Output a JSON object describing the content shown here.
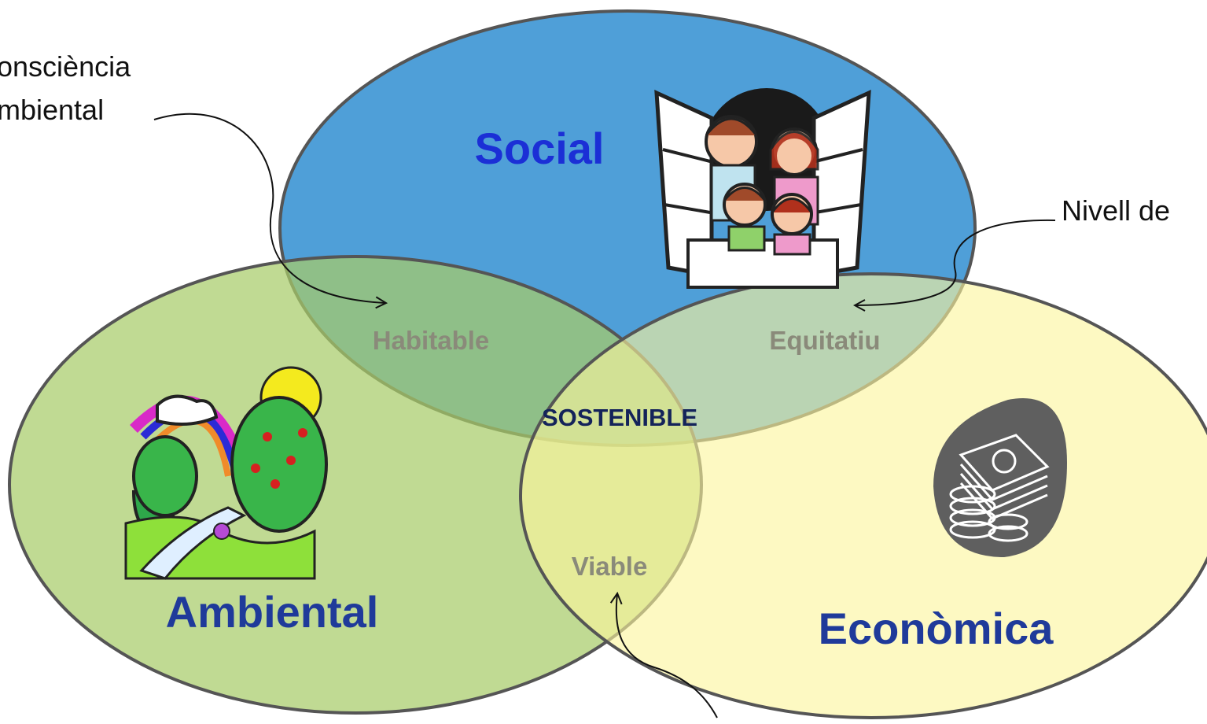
{
  "circles": {
    "social": {
      "label": "Social",
      "fill": "#4f9fd8",
      "label_color": "#1b2fd6"
    },
    "ambiental": {
      "label": "Ambiental",
      "fill": "#a8cc6a",
      "label_color": "#1f3a9a"
    },
    "economica": {
      "label": "Econòmica",
      "fill": "#fbf59d",
      "label_color": "#1f3a9a"
    }
  },
  "overlaps": {
    "habitable": "Habitable",
    "equitatiu": "Equitatiu",
    "viable": "Viable",
    "sostenible": "SOSTENIBLE"
  },
  "annotations": {
    "consciencia_line1": "onsciència",
    "consciencia_line2": "mbiental",
    "nivell": "Nivell de"
  },
  "icons": {
    "social": "family-window-icon",
    "ambiental": "nature-landscape-icon",
    "economica": "money-coins-icon"
  }
}
